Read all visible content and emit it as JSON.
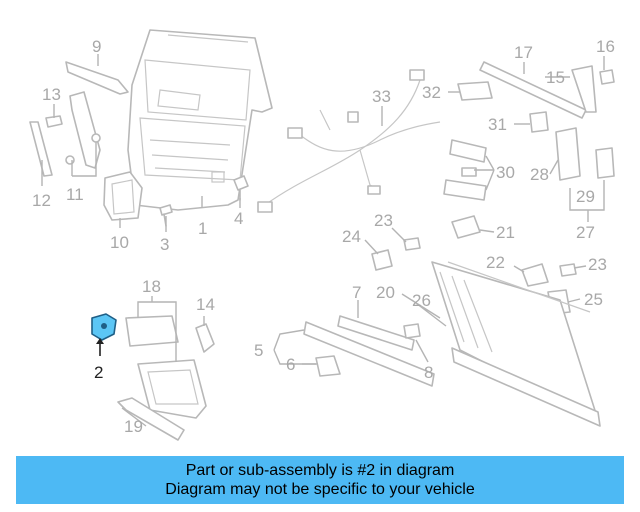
{
  "diagram": {
    "callouts": [
      "1",
      "2",
      "3",
      "4",
      "5",
      "6",
      "7",
      "8",
      "9",
      "10",
      "11",
      "12",
      "13",
      "14",
      "15",
      "16",
      "17",
      "18",
      "19",
      "20",
      "21",
      "22",
      "23",
      "23",
      "24",
      "25",
      "26",
      "27",
      "28",
      "29",
      "30",
      "31",
      "32",
      "33"
    ],
    "highlighted_part": "2",
    "highlight_color": "#5cc6f5",
    "line_color": "#b8b8b8"
  },
  "banner": {
    "line1": "Part or sub-assembly is #2 in diagram",
    "line2": "Diagram may not be specific to your vehicle",
    "background": "#4db9f4"
  }
}
